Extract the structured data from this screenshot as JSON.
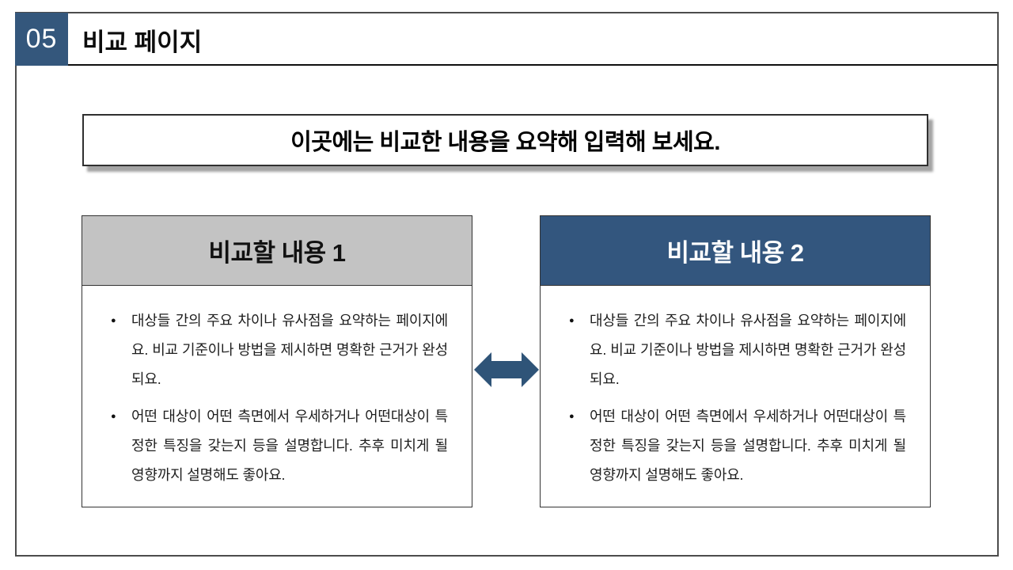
{
  "slide": {
    "page_number": "05",
    "title": "비교 페이지"
  },
  "summary_box": {
    "text": "이곳에는 비교한 내용을 요약해 입력해 보세요."
  },
  "comparison": {
    "left": {
      "title": "비교할 내용 1",
      "bullets": [
        "대상들 간의 주요 차이나 유사점을 요약하는 페이지에요. 비교 기준이나 방법을 제시하면 명확한 근거가 완성되요.",
        "어떤 대상이 어떤 측면에서 우세하거나 어떤대상이 특정한 특징을 갖는지 등을 설명합니다. 추후 미치게 될 영향까지 설명해도 좋아요."
      ]
    },
    "right": {
      "title": "비교할 내용 2",
      "bullets": [
        "대상들 간의 주요 차이나 유사점을 요약하는 페이지에요. 비교 기준이나 방법을 제시하면 명확한 근거가 완성되요.",
        "어떤 대상이 어떤 측면에서 우세하거나 어떤대상이 특정한 특징을 갖는지 등을 설명합니다. 추후 미치게 될 영향까지 설명해도 좋아요."
      ]
    }
  },
  "icons": {
    "bullet_glyph": "●",
    "arrow": "double-horizontal-arrow"
  },
  "colors": {
    "accent_blue": "#34577c",
    "header_blue": "#33567e",
    "header_gray": "#c3c3c3",
    "arrow_blue": "#2f5478",
    "frame_border": "#4c4c4c",
    "shadow_gray": "#a3a3a3"
  }
}
